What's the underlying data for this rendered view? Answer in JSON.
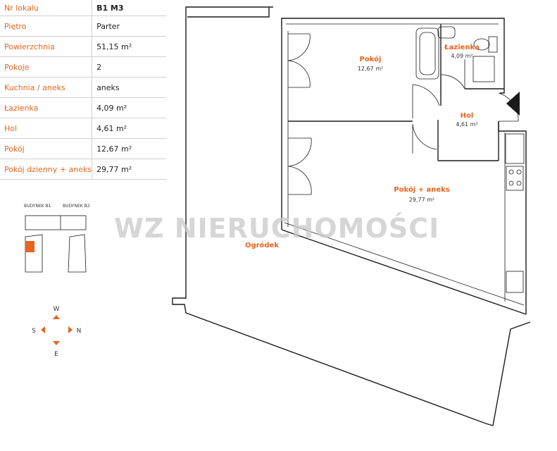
{
  "details": [
    {
      "label": "Nr lokalu",
      "value": "B1 M3"
    },
    {
      "label": "Piętro",
      "value": "Parter"
    },
    {
      "label": "Powierzchnia",
      "value": "51,15 m²"
    },
    {
      "label": "Pokoje",
      "value": "2"
    },
    {
      "label": "Kuchnia / aneks",
      "value": "aneks"
    },
    {
      "label": "Łazienka",
      "value": "4,09 m²"
    },
    {
      "label": "Hol",
      "value": "4,61 m²"
    },
    {
      "label": "Pokój",
      "value": "12,67 m²"
    },
    {
      "label": "Pokój dzienny + aneks",
      "value": "29,77 m²"
    }
  ],
  "site_map": {
    "building_b1_label": "BUDYNEK B1",
    "building_b2_label": "BUDYNEK B2",
    "highlight_color": "#e8641f"
  },
  "compass": {
    "top": "W",
    "left": "S",
    "right": "N",
    "bottom": "E"
  },
  "rooms": {
    "pokoj": {
      "name": "Pokój",
      "area": "12,67 m²"
    },
    "lazienka": {
      "name": "Łazienka",
      "area": "4,09 m²"
    },
    "hol": {
      "name": "Hol",
      "area": "4,61 m²"
    },
    "pokoj_aneks": {
      "name": "Pokój + aneks",
      "area": "29,77 m²"
    },
    "ogrodek": {
      "name": "Ogródek"
    }
  },
  "watermark": "WZ NIERUCHOMOŚCI",
  "colors": {
    "accent": "#e8641f",
    "wall": "#1a1a1a"
  }
}
